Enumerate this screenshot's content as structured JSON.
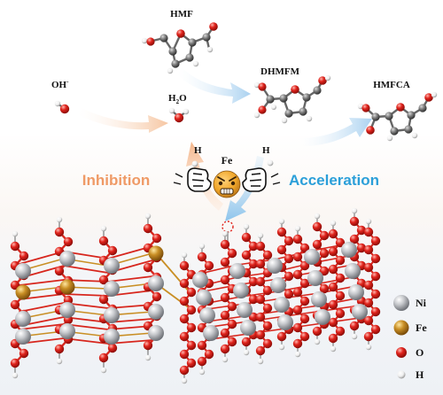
{
  "molecules": {
    "hmf": "HMF",
    "dhmfm": "DHMFM",
    "hmfca": "HMFCA",
    "oh": "OH",
    "oh_sup": "-",
    "h2o_h": "H",
    "h2o_sub": "2",
    "h2o_o": "O",
    "h_left": "H",
    "h_right": "H"
  },
  "catalyst": {
    "fe_label": "Fe",
    "inhibition": "Inhibition",
    "acceleration": "Acceleration"
  },
  "legend": {
    "items": [
      {
        "label": "Ni",
        "color": "#b9bcc2"
      },
      {
        "label": "Fe",
        "color": "#c98f25"
      },
      {
        "label": "O",
        "color": "#e0231c"
      },
      {
        "label": "H",
        "color": "#f2f2f2"
      }
    ]
  },
  "colors": {
    "inhibition": "#f0a070",
    "acceleration": "#3aa8de",
    "arrow_blue": "#a9d1f0",
    "arrow_orange": "#f6c6a2"
  },
  "icons": [
    "fe-emoji-icon",
    "left-fist-icon",
    "right-fist-icon",
    "active-site-icon"
  ]
}
